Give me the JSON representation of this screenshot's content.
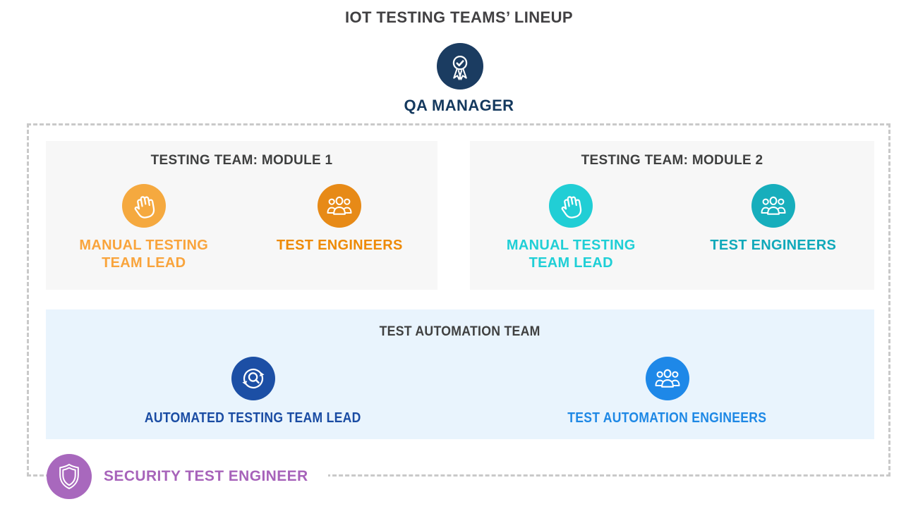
{
  "title": "IOT TESTING TEAMS’ LINEUP",
  "qa_manager": {
    "label": "QA MANAGER",
    "icon": "medal-check-icon",
    "circle_color": "#1B3C61",
    "text_color": "#14395E"
  },
  "teams": [
    {
      "name": "TESTING TEAM: MODULE 1",
      "background": "#F7F7F7",
      "members": [
        {
          "role": "MANUAL TESTING TEAM LEAD",
          "icon": "hand-icon",
          "circle_color": "#F5A93F",
          "text_color": "#F9A43C"
        },
        {
          "role": "TEST ENGINEERS",
          "icon": "people-icon",
          "circle_color": "#E78A17",
          "text_color": "#EE8A05"
        }
      ]
    },
    {
      "name": "TESTING TEAM: MODULE 2",
      "background": "#F7F7F7",
      "members": [
        {
          "role": "MANUAL TESTING TEAM LEAD",
          "icon": "hand-icon",
          "circle_color": "#21CED5",
          "text_color": "#1FCFD6"
        },
        {
          "role": "TEST ENGINEERS",
          "icon": "people-icon",
          "circle_color": "#17AEBC",
          "text_color": "#10A9BA"
        }
      ]
    },
    {
      "name": "TEST AUTOMATION TEAM",
      "background": "#E9F4FD",
      "members": [
        {
          "role": "AUTOMATED TESTING TEAM LEAD",
          "icon": "automation-refresh-search-icon",
          "circle_color": "#1C4FA5",
          "text_color": "#1A4CA3"
        },
        {
          "role": "TEST AUTOMATION ENGINEERS",
          "icon": "people-icon",
          "circle_color": "#1E88E8",
          "text_color": "#1E88E5"
        }
      ]
    }
  ],
  "security": {
    "label": "SECURITY TEST ENGINEER",
    "icon": "shield-icon",
    "circle_color": "#A868BD",
    "text_color": "#A763BA"
  },
  "container_border_color": "#C9C9C9"
}
